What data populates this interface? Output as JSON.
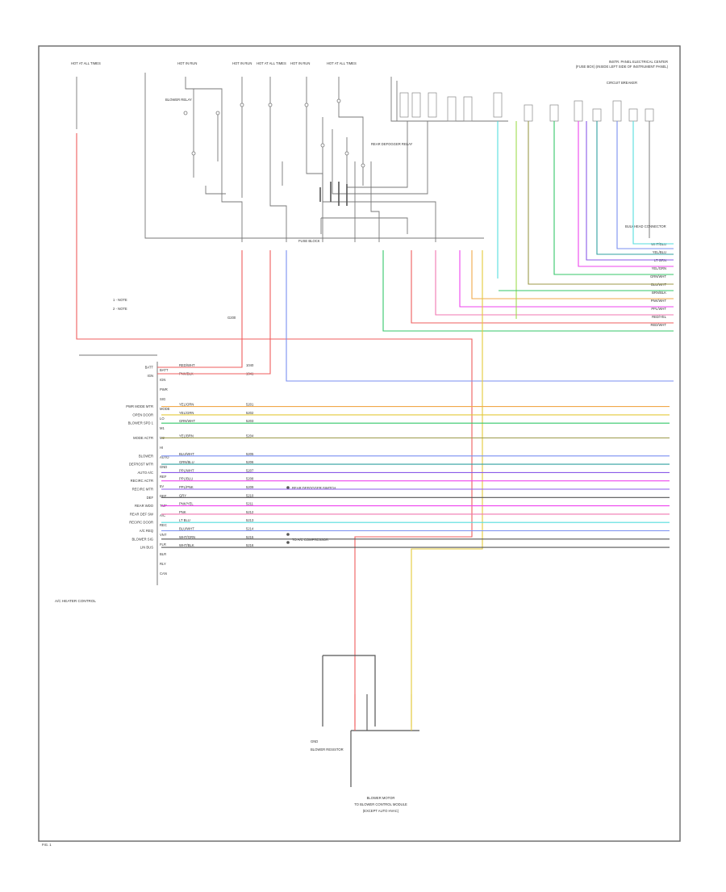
{
  "header": {
    "line1": "INSTR. PANEL ELECTRICAL CENTER",
    "line2": "(FUSE BOX) (INSIDE LEFT SIDE OF INSTRUMENT PANEL)",
    "line3": "CIRCUIT BREAKER"
  },
  "fuses": [
    {
      "name": "HOT AT ALL TIMES"
    },
    {
      "name": "HOT IN RUN"
    },
    {
      "name": "HOT IN RUN"
    },
    {
      "name": "HOT AT ALL TIMES"
    },
    {
      "name": "HOT IN RUN"
    },
    {
      "name": "HOT AT ALL TIMES"
    }
  ],
  "labels": {
    "fuse_block": "FUSE BLOCK",
    "bulkhead": "BULKHEAD CONNECTOR",
    "relay1": "BLOWER RELAY",
    "relay2": "REAR DEFOGGER RELAY",
    "module": "A/C HEATER CONTROL",
    "left_legend_1": "1 - NOTE",
    "left_legend_2": "2 - NOTE",
    "ground": "G200",
    "motor_caption": "BLOWER MOTOR",
    "blower_sw": "BLOWER RESISTOR",
    "motor_ground": "GND",
    "connector_note": "TO BLOWER CONTROL MODULE",
    "splice_note1": "REAR DEFOGGER SWITCH",
    "splice_note2": "TO A/C COMPRESSOR",
    "bottom_note": "(EXCEPT AUTO HVAC)",
    "page_tag": "FIG. 1"
  },
  "pins": [
    "BATT",
    "IGN",
    "PWR",
    "SIG",
    "MODE",
    "LO",
    "M1",
    "M2",
    "HI",
    "AUTO",
    "GND",
    "REF",
    "5V",
    "DEF",
    "TMP",
    "A/C",
    "REC",
    "VNT",
    "FLR",
    "BLR",
    "RLY",
    "CAN"
  ],
  "rows": [
    {
      "label": "BATT",
      "wire": "RED/WHT",
      "circ": "1040"
    },
    {
      "label": "IGN",
      "wire": "PNK/BLK",
      "circ": "1041"
    },
    {
      "label": "PWR MODE MTR",
      "wire": "YEL/ORN",
      "circ": "5201"
    },
    {
      "label": "OPEN DOOR",
      "wire": "YEL/GRN",
      "circ": "5202"
    },
    {
      "label": "BLOWER SPD 1",
      "wire": "GRN/WHT",
      "circ": "5203"
    },
    {
      "label": "MODE ACTR",
      "wire": "YEL/BRN",
      "circ": "5204"
    },
    {
      "label": "BLOWER",
      "wire": "BLU/WHT",
      "circ": "5205"
    },
    {
      "label": "DEFROST MTR",
      "wire": "GRN/BLU",
      "circ": "5206"
    },
    {
      "label": "AUTO A/C",
      "wire": "PPL/WHT",
      "circ": "5207"
    },
    {
      "label": "RECIRC ACTR",
      "wire": "PPL/BLU",
      "circ": "5208"
    },
    {
      "label": "RECIRC MTR",
      "wire": "PPL/PNK",
      "circ": "5209"
    },
    {
      "label": "DEF",
      "wire": "GRY",
      "circ": "5210"
    },
    {
      "label": "REAR WDO",
      "wire": "PNK/YEL",
      "circ": "5211"
    },
    {
      "label": "REAR DEF SW",
      "wire": "PNK",
      "circ": "5212"
    },
    {
      "label": "RECIRC DOOR",
      "wire": "LT BLU",
      "circ": "5213"
    },
    {
      "label": "A/C REQ",
      "wire": "BLU/WHT",
      "circ": "5214"
    },
    {
      "label": "BLOWER SIG",
      "wire": "WHT/GRN",
      "circ": "5215"
    },
    {
      "label": "LIN BUS",
      "wire": "WHT/BLK",
      "circ": "5216"
    }
  ],
  "right_wires": [
    "WHT/BLU",
    "YEL/BLU",
    "LT GRN",
    "YEL/GRN",
    "GRN/WHT",
    "BLU/WHT",
    "BRN/BLK",
    "PNK/WHT",
    "PPL/WHT",
    "RED/YEL",
    "RED/WHT"
  ],
  "colors": {
    "red": "#ef5d5d",
    "blue": "#7a8ff0",
    "green": "#34c76a",
    "cyan": "#55dede",
    "magenta": "#ee44ee",
    "violet": "#8a5ae8",
    "yellow": "#e3c93a",
    "orange": "#f0a84a",
    "olive": "#9c9a4a",
    "pink": "#f077b0",
    "teal": "#30a0a0",
    "lime": "#9fdc50",
    "black": "#555555"
  }
}
